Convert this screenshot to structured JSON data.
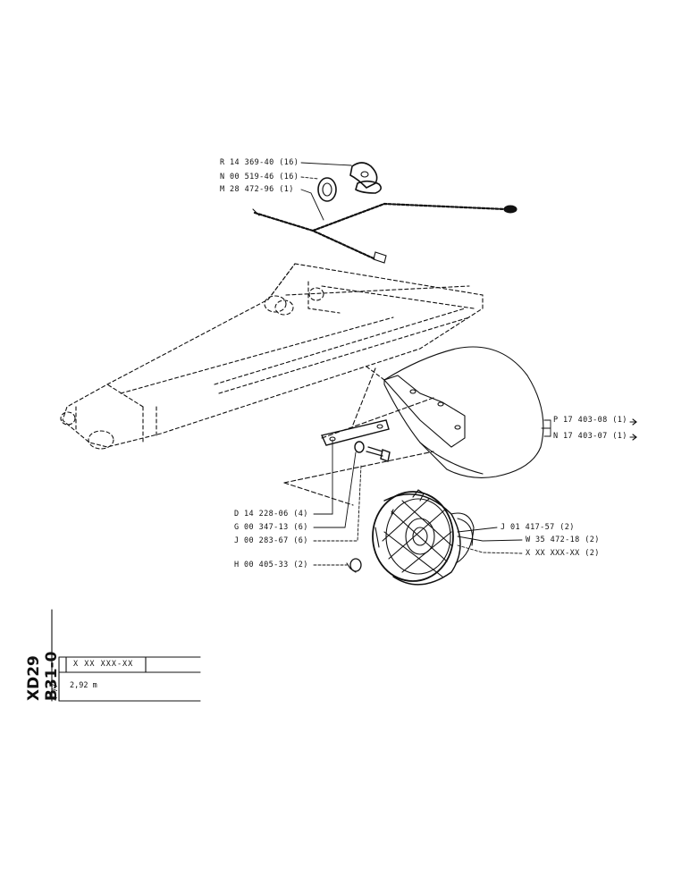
{
  "title_block": {
    "drawing_code": "XD29 B31-0",
    "date": "4-77",
    "part_code": "X XX XXX-XX",
    "note": "2,92 m"
  },
  "callouts": {
    "r14369": "R 14 369-40 (16)",
    "n00519": "N 00 519-46 (16)",
    "m28472": "M 28 472-96 (1)",
    "p17403": "P 17 403-08 (1)",
    "n17403": "N 17 403-07 (1)",
    "d14228": "D 14 228-06 (4)",
    "g00347": "G 00 347-13 (6)",
    "j00283": "J 00 283-67 (6)",
    "h00405": "H 00 405-33 (2)",
    "j01417": "J 01 417-57 (2)",
    "w35472": "W 35 472-18 (2)",
    "xxxxxx": "X XX XXX-XX (2)"
  }
}
